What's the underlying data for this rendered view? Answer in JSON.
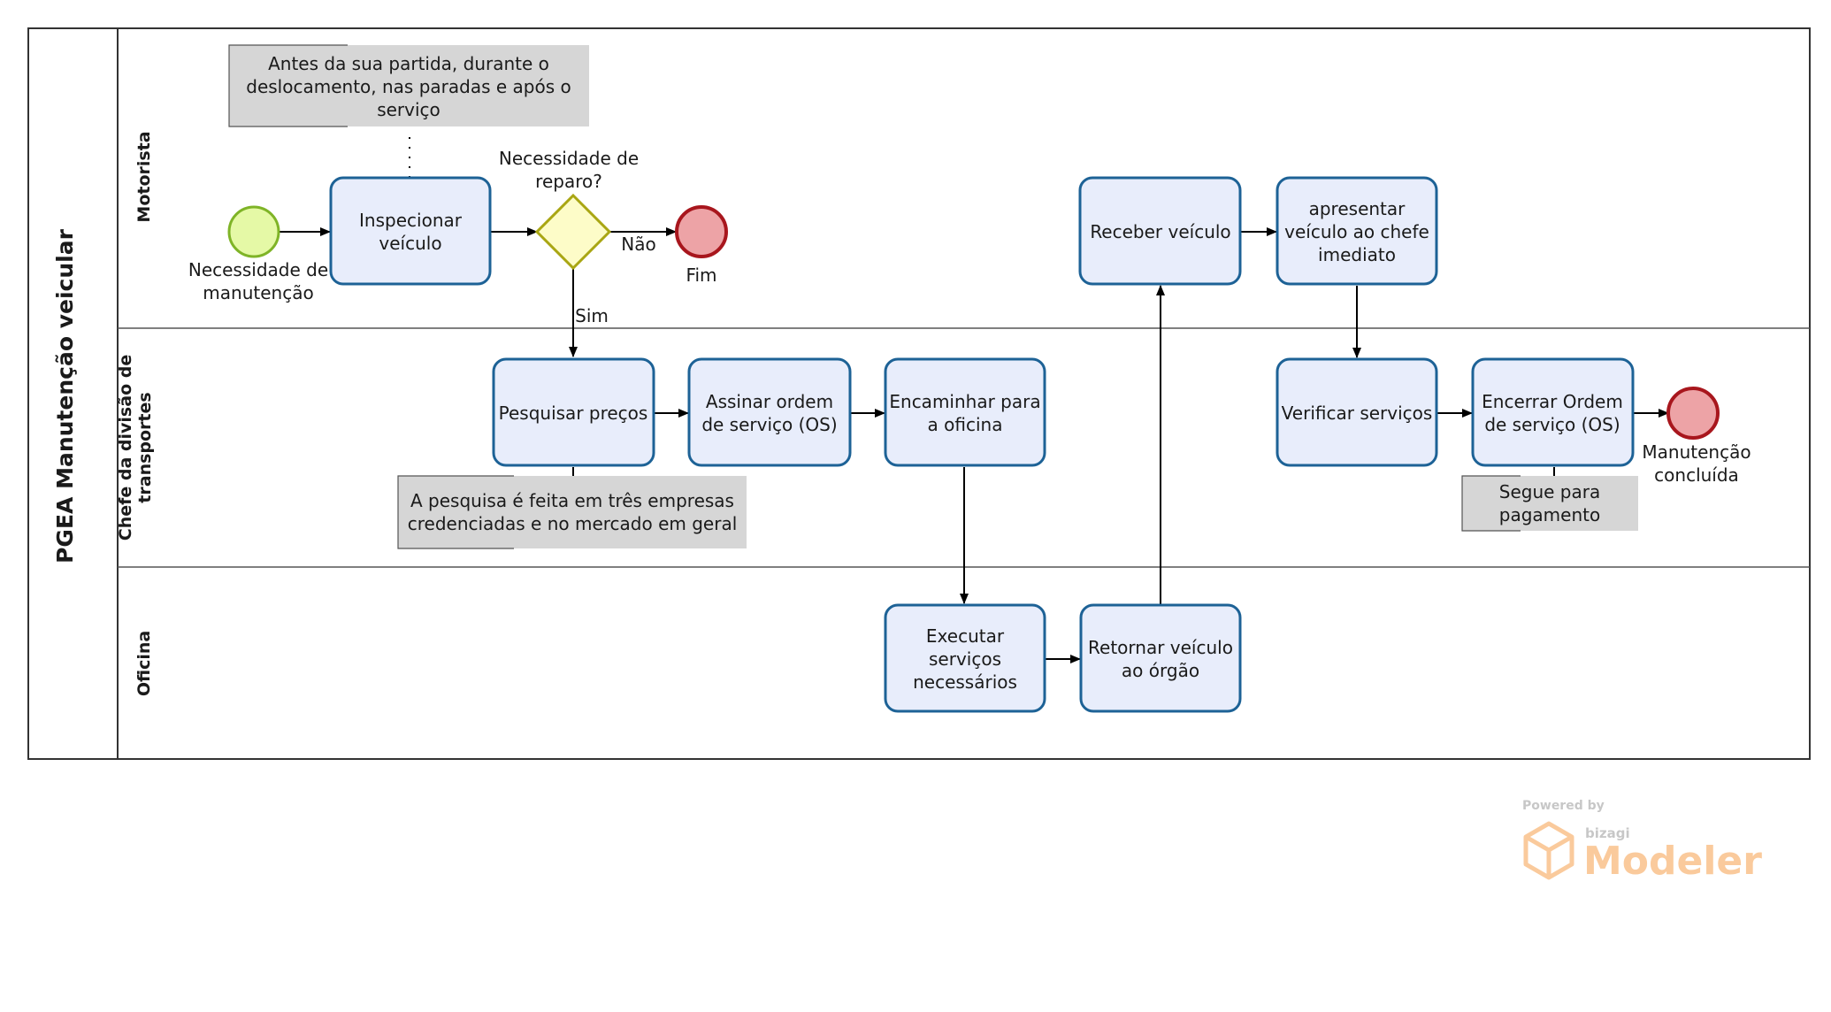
{
  "pool": {
    "title": "PGEA Manutenção veicular"
  },
  "lanes": [
    {
      "id": "motorista",
      "label_lines": [
        "Motorista"
      ]
    },
    {
      "id": "chefe",
      "label_lines": [
        "Chefe da divisão de",
        "transportes"
      ]
    },
    {
      "id": "oficina",
      "label_lines": [
        "Oficina"
      ]
    }
  ],
  "tasks": [
    {
      "id": "inspecionar",
      "lines": [
        "Inspecionar",
        "veículo"
      ]
    },
    {
      "id": "receber",
      "lines": [
        "Receber veículo"
      ]
    },
    {
      "id": "apresentar",
      "lines": [
        "apresentar",
        "veículo ao chefe",
        "imediato"
      ]
    },
    {
      "id": "pesquisar",
      "lines": [
        "Pesquisar preços"
      ]
    },
    {
      "id": "assinar",
      "lines": [
        "Assinar ordem",
        "de serviço (OS)"
      ]
    },
    {
      "id": "encaminhar",
      "lines": [
        "Encaminhar para",
        "a oficina"
      ]
    },
    {
      "id": "verificar",
      "lines": [
        "Verificar serviços"
      ]
    },
    {
      "id": "encerrar",
      "lines": [
        "Encerrar Ordem",
        "de serviço (OS)"
      ]
    },
    {
      "id": "executar",
      "lines": [
        "Executar",
        "serviços",
        "necessários"
      ]
    },
    {
      "id": "retornar",
      "lines": [
        "Retornar veículo",
        "ao órgão"
      ]
    }
  ],
  "events": [
    {
      "id": "start",
      "type": "start",
      "lines": [
        "Necessidade de",
        "manutenção"
      ]
    },
    {
      "id": "fim",
      "type": "end",
      "lines": [
        "Fim"
      ]
    },
    {
      "id": "concluida",
      "type": "end",
      "lines": [
        "Manutenção",
        "concluída"
      ]
    }
  ],
  "gateway": {
    "id": "reparo",
    "lines": [
      "Necessidade de",
      "reparo?"
    ]
  },
  "flow_labels": {
    "nao": "Não",
    "sim": "Sim"
  },
  "annotations": [
    {
      "id": "note-inspecao",
      "lines": [
        "Antes da sua partida, durante o",
        "deslocamento, nas paradas e após o",
        "serviço"
      ]
    },
    {
      "id": "note-pesquisa",
      "lines": [
        "A pesquisa é feita em três empresas",
        "credenciadas e no mercado em geral"
      ]
    },
    {
      "id": "note-pagamento",
      "lines": [
        "Segue para",
        "pagamento"
      ]
    }
  ],
  "watermark": {
    "powered_by": "Powered by",
    "brand_small": "bizagi",
    "brand": "Modeler"
  },
  "colors": {
    "task_fill": "#e8edfb",
    "task_stroke": "#1d6296",
    "start_fill": "#e5f9a6",
    "start_stroke": "#7fb427",
    "end_fill": "#eda3a6",
    "end_stroke": "#a8161d",
    "gateway_fill": "#fdfcc8",
    "gateway_stroke": "#a9a613",
    "annotation_fill": "#d6d6d6",
    "pool_stroke": "#333333",
    "lane_stroke": "#555555",
    "watermark": "#f6a04d"
  }
}
